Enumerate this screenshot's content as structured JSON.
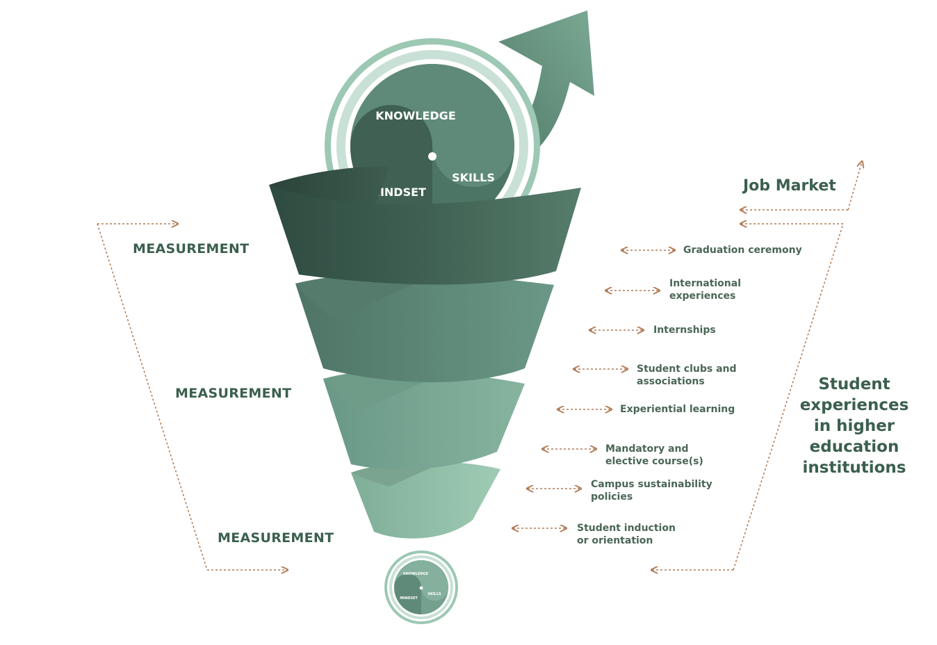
{
  "circle_top": {
    "knowledge": "KNOWLEDGE",
    "skills": "SKILLS",
    "mindset": "MINDSET"
  },
  "circle_small": {
    "knowledge": "KNOWLEDGE",
    "skills": "SKILLS",
    "mindset": "MINDSET"
  },
  "measurement": [
    "MEASUREMENT",
    "MEASUREMENT",
    "MEASUREMENT"
  ],
  "experiences": [
    "Graduation ceremony",
    "International experiences",
    "Internships",
    "Student clubs and associations",
    "Experiential learning",
    "Mandatory and elective course(s)",
    "Campus sustainability policies",
    "Student induction or orientation"
  ],
  "job_market": "Job Market",
  "student_experiences": "Student experiences in higher education institutions",
  "colors": {
    "dark_green": "#3f5e4f",
    "mid_green": "#5f8a79",
    "light_green": "#8fc0a8",
    "text_green": "#3b5f4e",
    "arrow_brown": "#b07a55"
  }
}
